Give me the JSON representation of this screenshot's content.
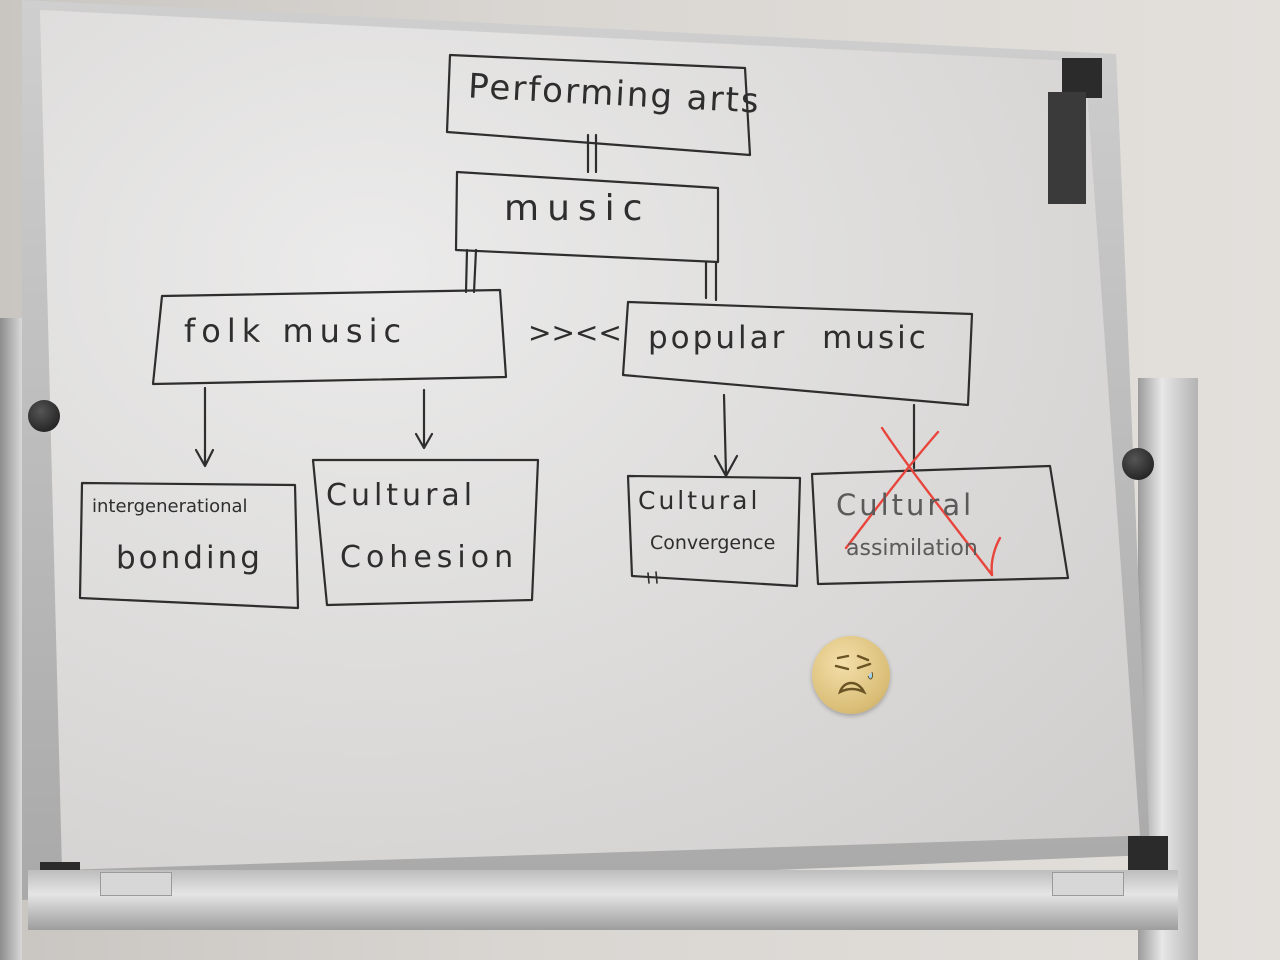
{
  "whiteboard": {
    "root": "Performing arts",
    "level1": "music",
    "left_branch": "folk music",
    "comparator": ">><<",
    "right_branch": "popular music",
    "leaves": [
      {
        "line1": "intergenerational",
        "line2": "bonding"
      },
      {
        "line1": "Cultural",
        "line2": "Cohesion"
      },
      {
        "line1": "Cultural",
        "line2": "Convergence"
      },
      {
        "line1": "Cultural",
        "line2": "assimilation"
      }
    ],
    "crossed_out_leaf": "Cultural assimilation",
    "sticker_icon": "crying-face-icon"
  },
  "colors": {
    "marker_ink": "#2e2e2e",
    "cross_out": "#e8453c",
    "board_surface": "#e2e1e0"
  }
}
